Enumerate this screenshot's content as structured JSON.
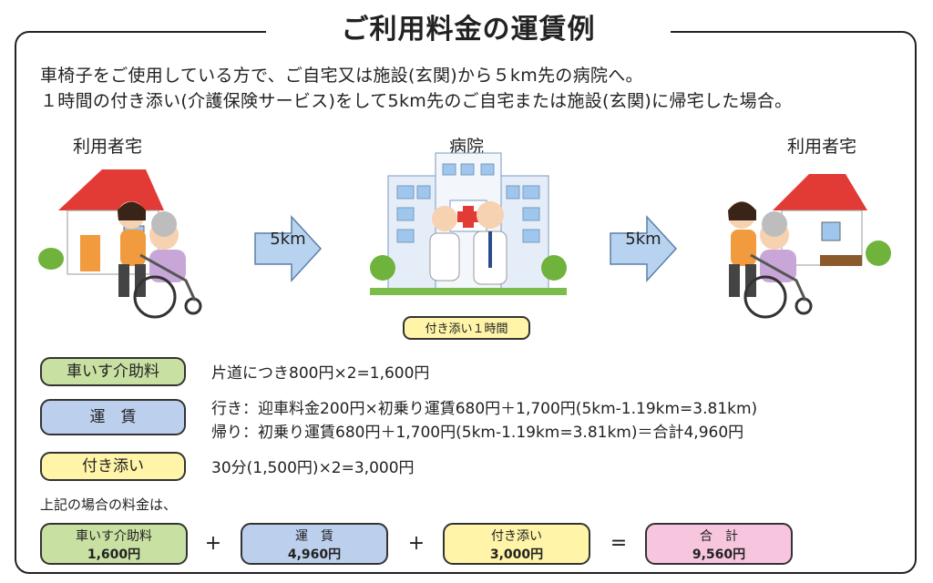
{
  "title": "ご利用料金の運賃例",
  "intro": {
    "line1": "車椅子をご使用している方で、ご自宅又は施設(玄関)から５km先の病院へ。",
    "line2": "１時間の付き添い(介護保険サービス)をして5km先のご自宅または施設(玄関)に帰宅した場合。"
  },
  "places": {
    "home_left": "利用者宅",
    "hospital": "病院",
    "home_right": "利用者宅"
  },
  "arrows": {
    "left": "5km",
    "right": "5km"
  },
  "escort_badge": "付き添い１時間",
  "fees": {
    "wheelchair": {
      "label": "車いす介助料",
      "desc": "片道につき800円×2=1,600円"
    },
    "fare": {
      "label": "運　賃",
      "desc_go": "行き：迎車料金200円×初乗り運賃680円＋1,700円(5km-1.19km=3.81km)",
      "desc_back": "帰り：初乗り運賃680円＋1,700円(5km-1.19km=3.81km)＝合計4,960円"
    },
    "escort": {
      "label": "付き添い",
      "desc": "30分(1,500円)×2=3,000円"
    }
  },
  "summary": {
    "intro": "上記の場合の料金は、",
    "items": [
      {
        "label": "車いす介助料",
        "value": "1,600円"
      },
      {
        "label": "運　賃",
        "value": "4,960円"
      },
      {
        "label": "付き添い",
        "value": "3,000円"
      },
      {
        "label": "合　計",
        "value": "9,560円"
      }
    ],
    "ops": [
      "+",
      "+",
      "="
    ]
  },
  "colors": {
    "green": "#c9e0a3",
    "blue": "#bcd0ee",
    "yellow": "#fff4a8",
    "pink": "#f7c5de",
    "arrow": "#b8d3f0",
    "roof": "#e23b36"
  }
}
